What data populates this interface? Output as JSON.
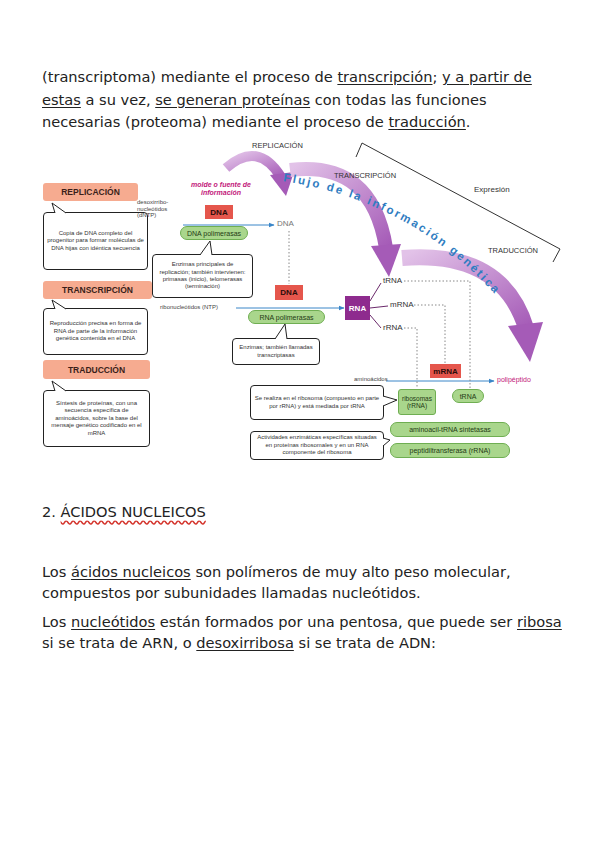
{
  "diagram": {
    "nodes": [
      {
        "text": [
          "REPLICACIÓN"
        ]
      },
      {
        "text": [
          "Copia de DNA completo del progenitor para formar moléculas de DNA hijas con idéntica secuencia"
        ]
      },
      {
        "text": [
          "TRANSCRIPCIÓN"
        ]
      },
      {
        "text": [
          "Reproducción precisa en forma de RNA de parte de la información genética contenida en el DNA"
        ]
      },
      {
        "text": [
          "TRADUCCIÓN"
        ]
      },
      {
        "text": [
          "Síntesis de proteínas, con una secuencia específica de aminoácidos, sobre la base del mensaje genético codificado en el mRNA"
        ]
      },
      {
        "text": [
          "DNA"
        ]
      },
      {
        "text": [
          "DNA polimerasas"
        ]
      },
      {
        "text": [
          "Enzimas principales de replicación; también intervienen: primasas (inicio), telomerasas (terminación)"
        ]
      },
      {
        "text": [
          "DNA"
        ]
      },
      {
        "text": [
          "RNA polimerasas"
        ]
      },
      {
        "text": [
          "Enzimas; también llamadas transcriptasas"
        ]
      },
      {
        "text": [
          "RNA"
        ]
      },
      {
        "text": [
          "mRNA"
        ]
      },
      {
        "text": [
          "ribosomas (rRNA)"
        ]
      },
      {
        "text": [
          "tRNA"
        ]
      },
      {
        "text": [
          "Se realiza en el ribosoma (compuesto en parte por rRNA) y está mediada por tRNA"
        ]
      },
      {
        "text": [
          "aminoacil-tRNA sintetasas"
        ]
      },
      {
        "text": [
          "Actividades enzimáticas específicas situadas en proteínas ribosomales y en un RNA componente del ribosoma"
        ]
      },
      {
        "text": [
          "peptidiltransferasa (rRNA)"
        ]
      }
    ],
    "labels": [
      "(transcriptoma) mediante el proceso de",
      "transcripción",
      ";",
      "y a partir de estas",
      "a su vez,",
      "se generan proteínas",
      "con todas las funciones necesarias (proteoma) mediante el proceso de",
      "traducción",
      ".",
      "REPLICACIÓN",
      "TRANSCRIPCIÓN",
      "Expresión",
      "TRADUCCIÓN",
      "Flujo de la información genética",
      "molde o fuente de información",
      "desoxirribo-nucleótidos (dNTP)",
      "DNA",
      "ribonucleótidos (NTP)",
      "tRNA",
      "mRNA",
      "rRNA",
      "aminoácidos",
      "polipéptido",
      "2.",
      "ÁCIDOS NUCLEICOS",
      "Los",
      "ácidos nucleicos",
      "son polímeros de muy alto peso molecular, compuestos por subunidades llamadas nucleótidos.",
      "Los",
      "nucleótidos",
      "están formados por una pentosa, que puede ser",
      "ribosa",
      "si se trata de ARN, o",
      "desoxirribosa",
      "si se trata de ADN:"
    ]
  }
}
